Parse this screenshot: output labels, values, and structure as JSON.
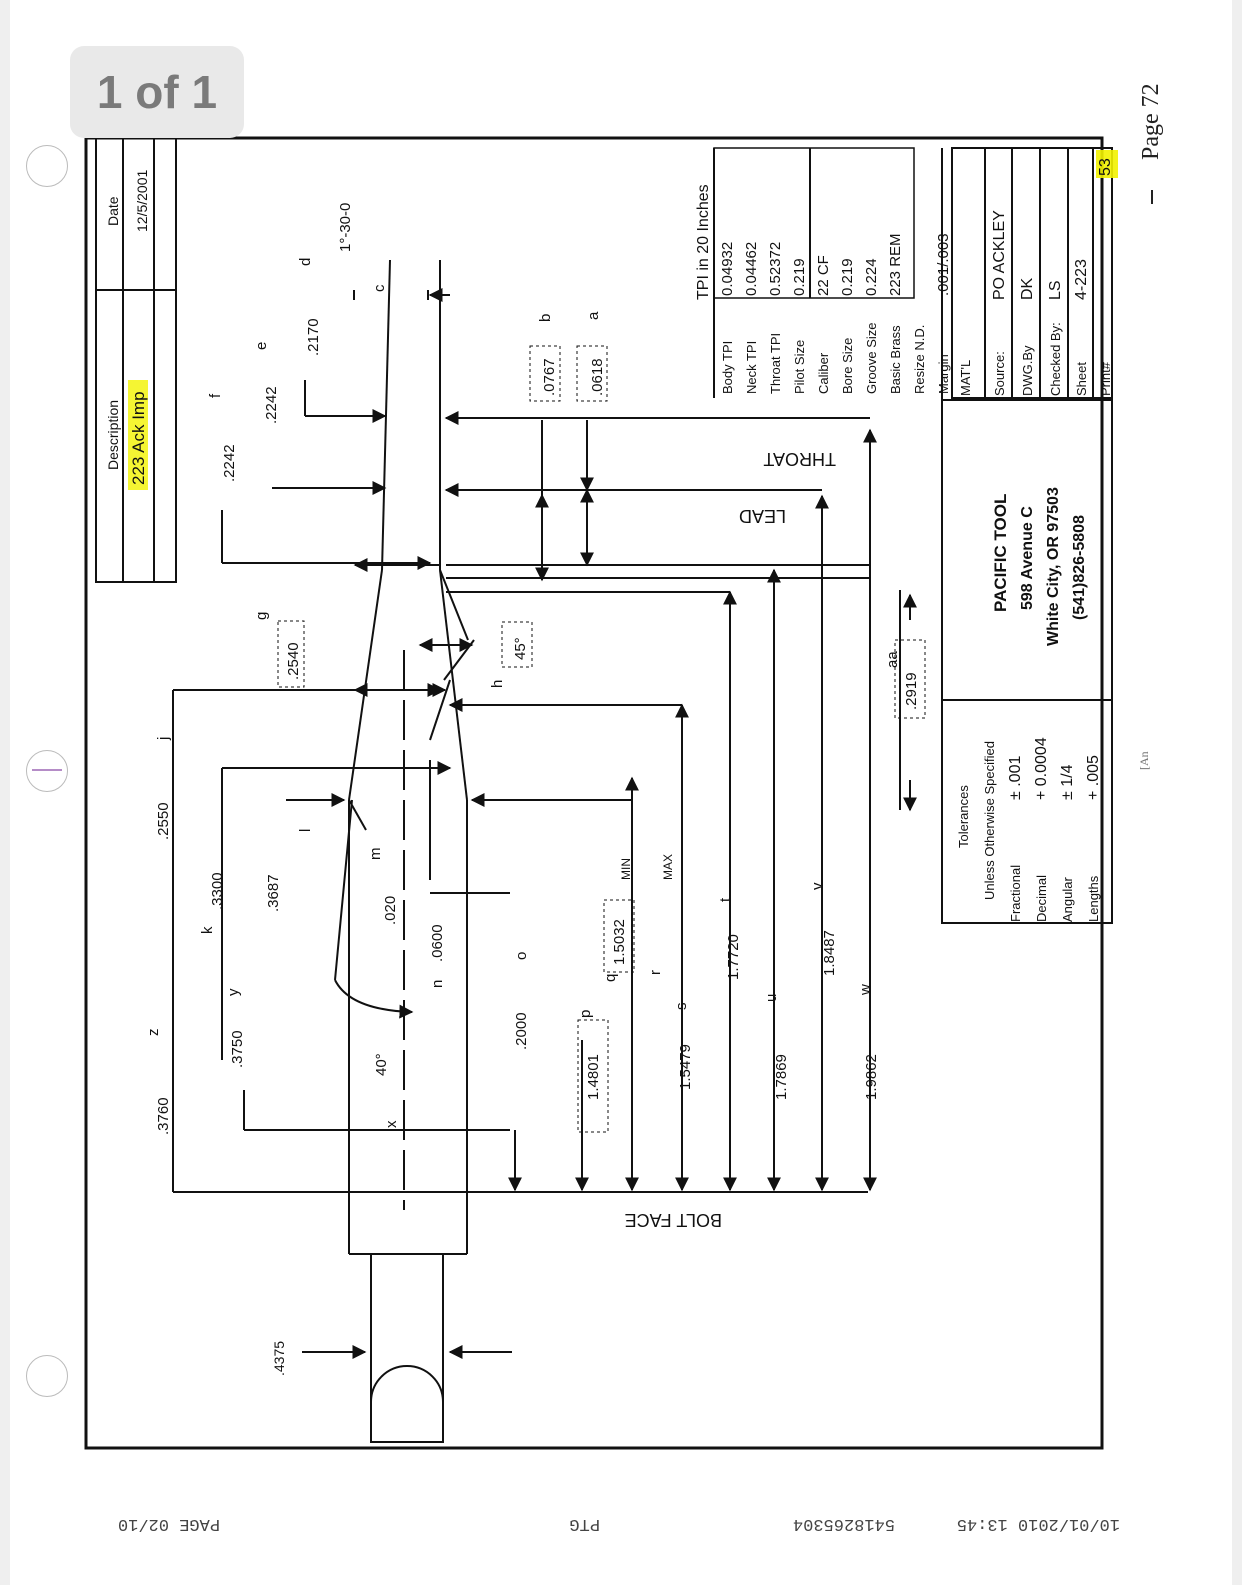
{
  "viewer": {
    "page_indicator": "1 of 1"
  },
  "title_block": {
    "description_label": "Description",
    "description_value": "223 Ack Imp",
    "date_label": "Date",
    "date_value": "12/5/2001"
  },
  "dimensions": {
    "z": "z",
    "z_val": ".3760",
    "y": "y",
    "y_val": ".3750",
    "k": "k",
    "k_val": ".3300",
    "l": "l",
    "l_val": ".3687",
    "j": "j",
    "j_val": ".2550",
    "m": "m",
    "m_val": ".020",
    "n": "n",
    "n_val": ".0600",
    "x": "x",
    "x_val": "40°",
    "o": "o",
    "o_val": ".2000",
    "p": "p",
    "p_val": "1.4801",
    "q": "q",
    "q_val": "1.5032",
    "min": "MIN",
    "max": "MAX",
    "r": "r",
    "s": "s",
    "s_val": "1.5479",
    "t": "t",
    "t_val": "1.7720",
    "u": "u",
    "u_val": "1.7869",
    "v": "v",
    "v_val": "1.8487",
    "w": "w",
    "w_val": "1.9862",
    "f": "f",
    "f_val": ".2242",
    "e": "e",
    "e_val": ".2242",
    "d": "d",
    "d_val": ".2170",
    "c": "c",
    "c_val": "1°-30-0",
    "g": "g",
    "g_val": ".2540",
    "h": "h",
    "h_val": "45°",
    "b": "b",
    "b_val": ".0767",
    "a": "a",
    "a_val": ".0618",
    "aa": "aa",
    "aa_val": ".2919",
    "rim": ".4375",
    "bolt_face": "BOLT FACE",
    "lead": "LEAD",
    "throat": "THROAT"
  },
  "tpi_table": {
    "header": "TPI in 20 Inches",
    "rows": [
      {
        "label": "Body TPI",
        "value": "0.04932"
      },
      {
        "label": "Neck TPI",
        "value": "0.04462"
      },
      {
        "label": "Throat TPI",
        "value": "0.52372"
      },
      {
        "label": "Pilot Size",
        "value": "0.219"
      },
      {
        "label": "Caliber",
        "value": "22 CF"
      },
      {
        "label": "Bore Size",
        "value": "0.219"
      },
      {
        "label": "Groove Size",
        "value": "0.224"
      },
      {
        "label": "Basic Brass",
        "value": "223 REM"
      },
      {
        "label": "Resize N.D.",
        "value": ""
      },
      {
        "label": "Margin",
        "value": ".001/.003"
      }
    ]
  },
  "company": {
    "name": "PACIFIC TOOL",
    "address": "598 Avenue C",
    "city": "White City, OR 97503",
    "phone": "(541)826-5808"
  },
  "tolerances": {
    "title": "Tolerances",
    "subtitle": "Unless Otherwise Specified",
    "rows": [
      {
        "label": "Fractional",
        "value": "± .001"
      },
      {
        "label": "Decimal",
        "value": "+ 0.0004"
      },
      {
        "label": "Angular",
        "value": "± 1/4"
      },
      {
        "label": "Lengths",
        "value": "+ .005"
      }
    ]
  },
  "info_table": {
    "rows": [
      {
        "label": "MAT'L",
        "value": ""
      },
      {
        "label": "Source:",
        "value": "PO ACKLEY"
      },
      {
        "label": "DWG.By",
        "value": "DK"
      },
      {
        "label": "Checked By:",
        "value": "LS"
      },
      {
        "label": "Sheet",
        "value": "4-223"
      },
      {
        "label": "Print#",
        "value": "53"
      }
    ]
  },
  "page_label": "Page 72",
  "fax_footer": {
    "date_time": "10/01/2010 13:45",
    "phone": "5418265304",
    "sender": "PTG",
    "page": "PAGE 02/10"
  },
  "colors": {
    "highlight": "#f2f200",
    "ink": "#111111",
    "dim": "#666666"
  }
}
